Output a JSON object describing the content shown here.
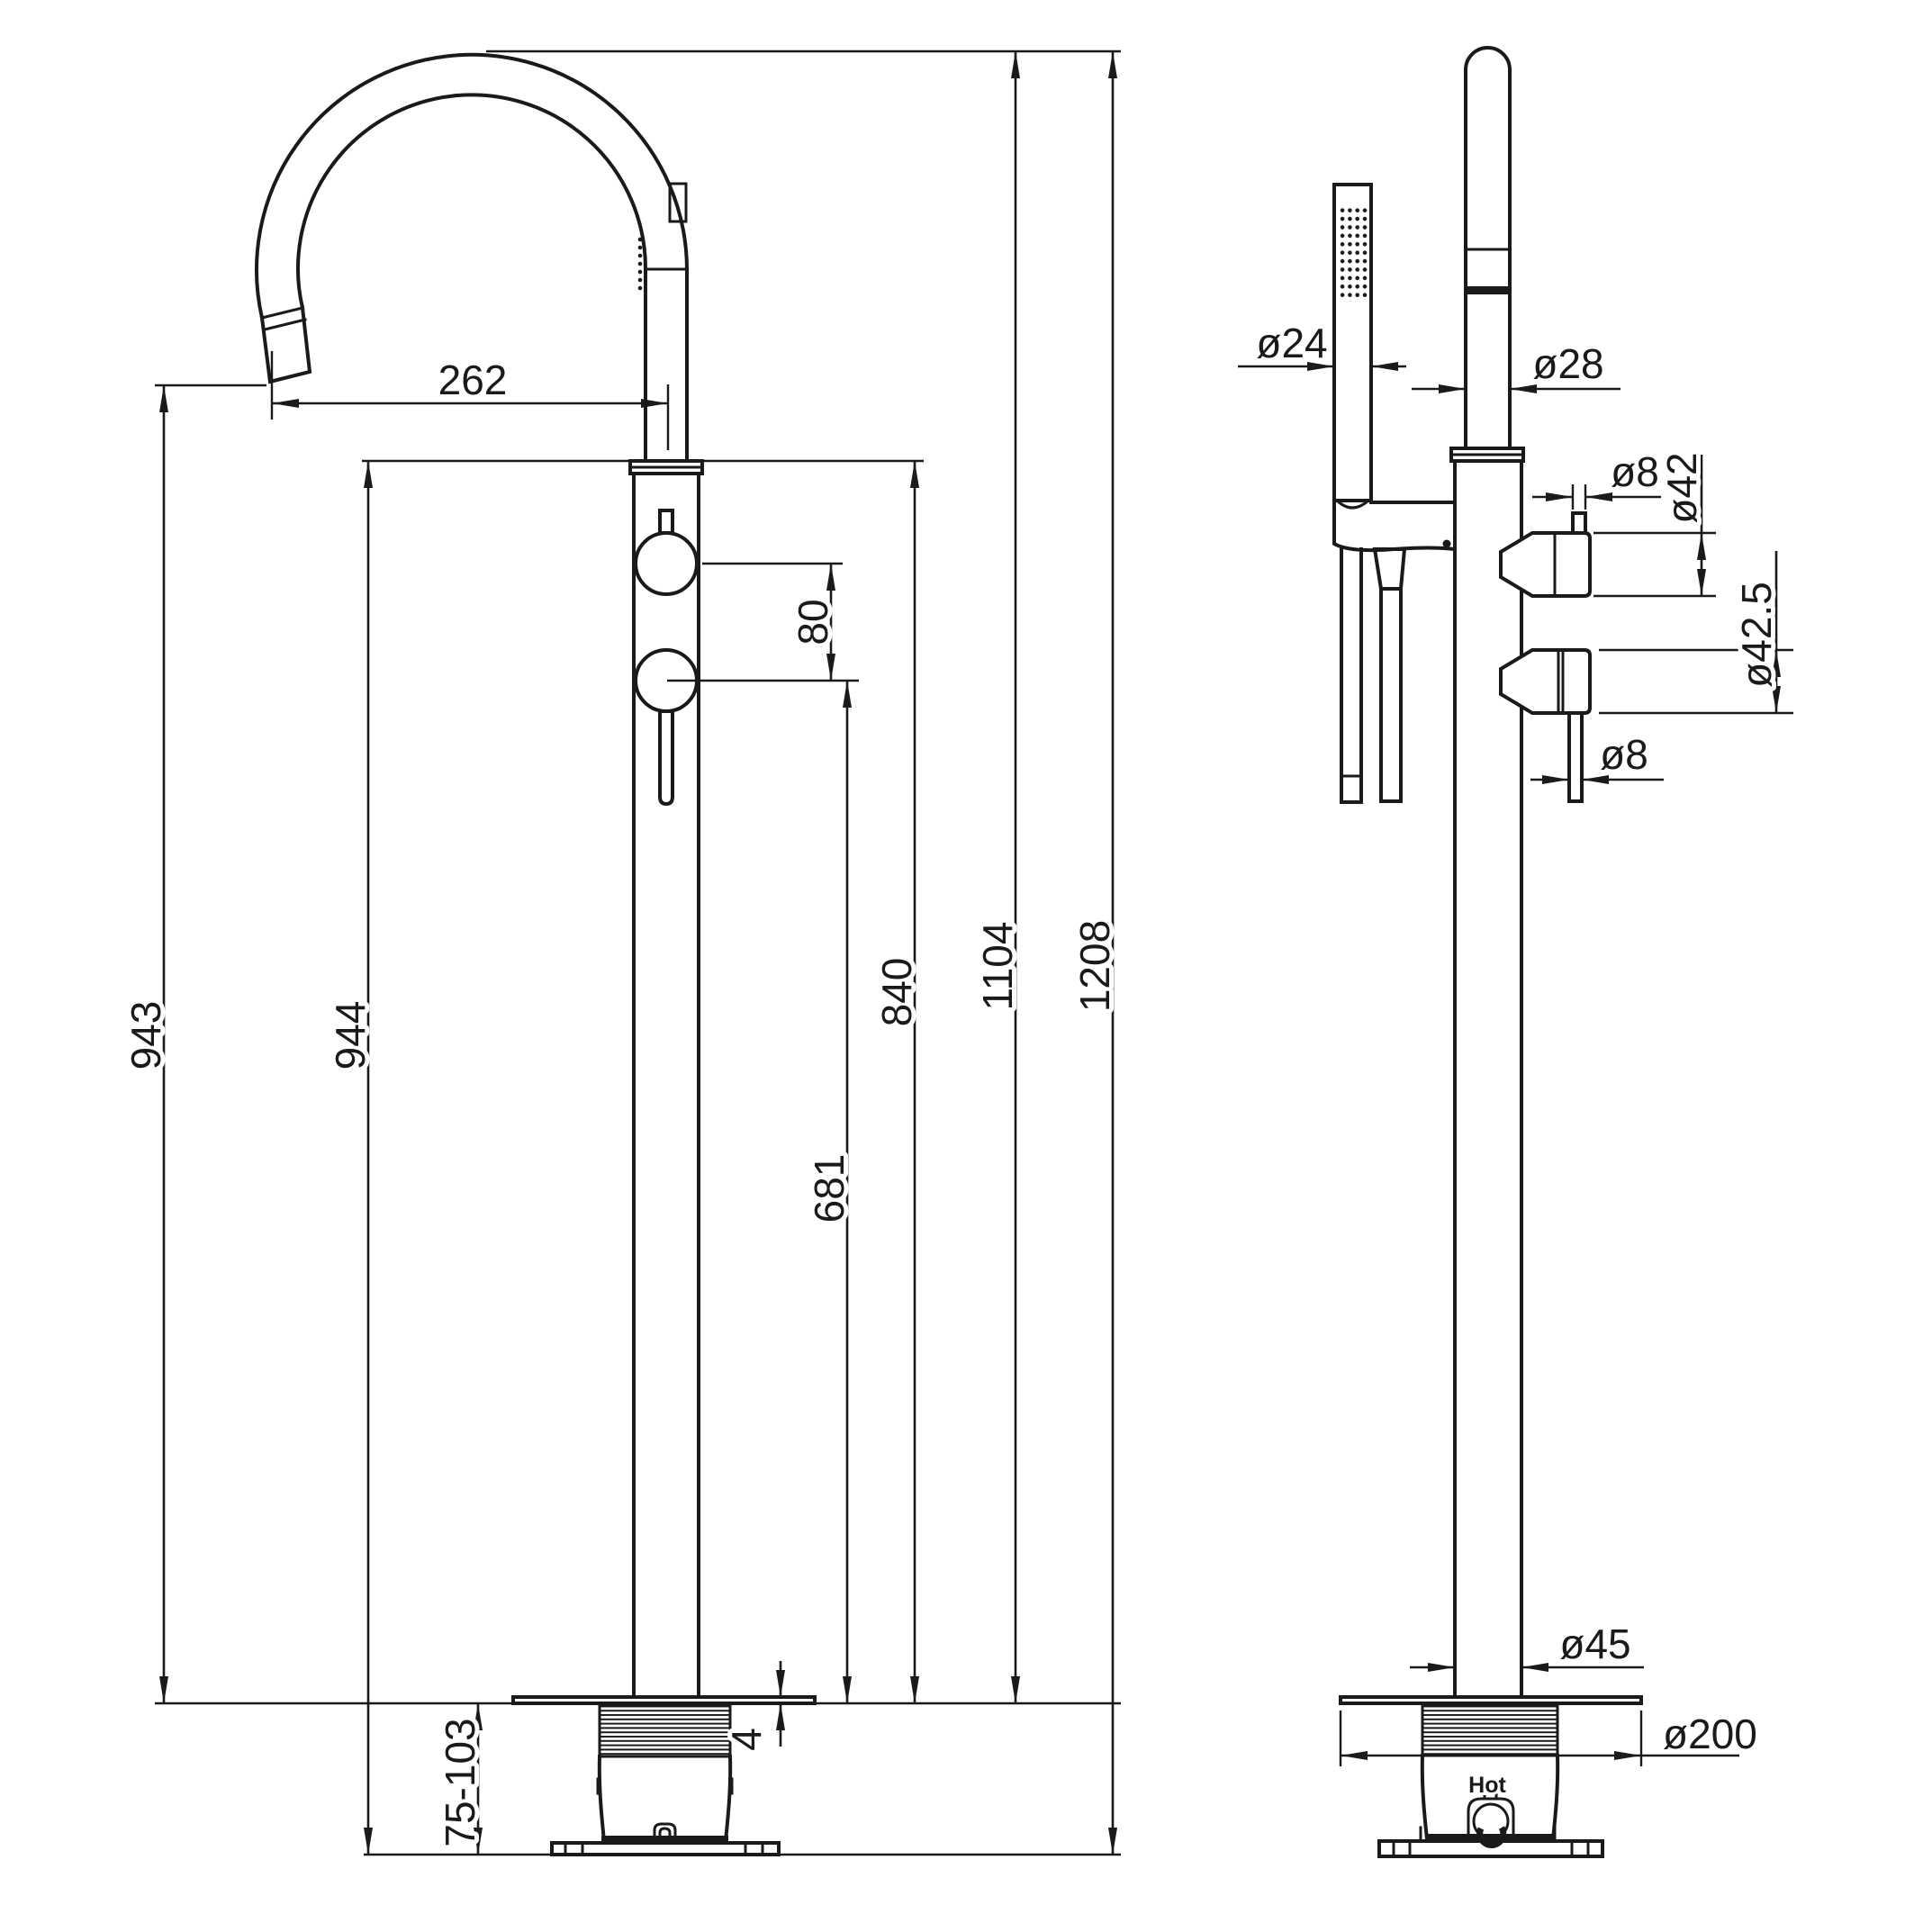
{
  "drawing": {
    "type": "technical-dimension-drawing",
    "subject": "freestanding bath shower mixer with hand shower",
    "background": "#ffffff",
    "line_color": "#1a1a1a",
    "front_view": {
      "dims": {
        "spout_reach": "262",
        "handle_spacing": "80",
        "spout_outlet_height": "943",
        "column_top_height": "840",
        "lower_handle_height": "681",
        "overall_column_height": "944",
        "height_above_floor": "1104",
        "total_height": "1208",
        "underfloor_adjust": "75-103",
        "plate_thickness": "4"
      }
    },
    "side_view": {
      "dims": {
        "handshower_dia": "ø24",
        "spout_pipe_dia": "ø28",
        "handle_stem_dia": "ø8",
        "upper_handle_dia": "ø42",
        "lower_handle_dia": "ø42.5",
        "lever_rod_dia": "ø8",
        "riser_dia": "ø45",
        "base_plate_dia": "ø200"
      },
      "labels": {
        "hot_inlet": "Hot"
      }
    }
  }
}
